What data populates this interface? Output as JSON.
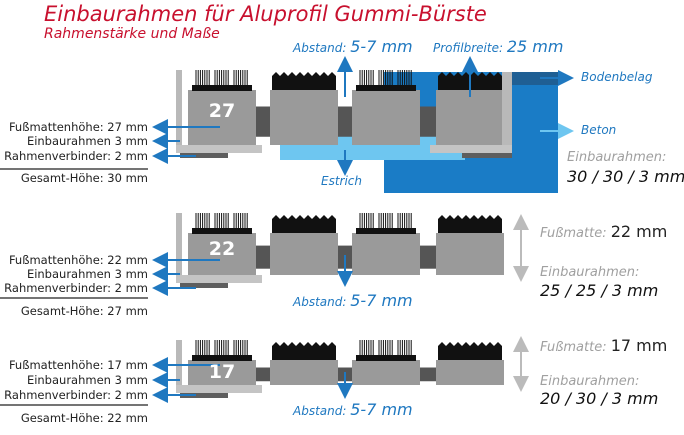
{
  "title": "Einbaurahmen für Aluprofil Gummi-Bürste",
  "subtitle": "Rahmenstärke und Maße",
  "colors": {
    "title": "#c8102e",
    "accent": "#1f78c0",
    "beton": "#1a7cc6",
    "estrich": "#6ec6f0",
    "bodenbelag": "#1f5f94"
  },
  "sections": [
    {
      "number": "27",
      "labels": [
        "Fußmattenhöhe: 27 mm",
        "Einbaurahmen 3 mm",
        "Rahmenverbinder: 2 mm"
      ],
      "total": "Gesamt-Höhe: 30 mm",
      "abstand_prefix": "Abstand:",
      "abstand_value": "5-7 mm",
      "profilbreite_prefix": "Profilbreite:",
      "profilbreite_value": "25 mm",
      "bodenbelag": "Bodenbelag",
      "beton": "Beton",
      "estrich": "Estrich",
      "einbaurahmen_label": "Einbaurahmen:",
      "einbaurahmen_value": "30 / 30 / 3 mm"
    },
    {
      "number": "22",
      "labels": [
        "Fußmattenhöhe: 22 mm",
        "Einbaurahmen 3 mm",
        "Rahmenverbinder: 2 mm"
      ],
      "total": "Gesamt-Höhe: 27 mm",
      "abstand_prefix": "Abstand:",
      "abstand_value": "5-7 mm",
      "fussmatte_label": "Fußmatte:",
      "fussmatte_value": "22 mm",
      "einbaurahmen_label": "Einbaurahmen:",
      "einbaurahmen_value": "25 / 25 / 3 mm"
    },
    {
      "number": "17",
      "labels": [
        "Fußmattenhöhe: 17 mm",
        "Einbaurahmen 3 mm",
        "Rahmenverbinder: 2 mm"
      ],
      "total": "Gesamt-Höhe: 22 mm",
      "abstand_prefix": "Abstand:",
      "abstand_value": "5-7 mm",
      "fussmatte_label": "Fußmatte:",
      "fussmatte_value": "17 mm",
      "einbaurahmen_label": "Einbaurahmen:",
      "einbaurahmen_value": "20 / 30 / 3 mm"
    }
  ]
}
